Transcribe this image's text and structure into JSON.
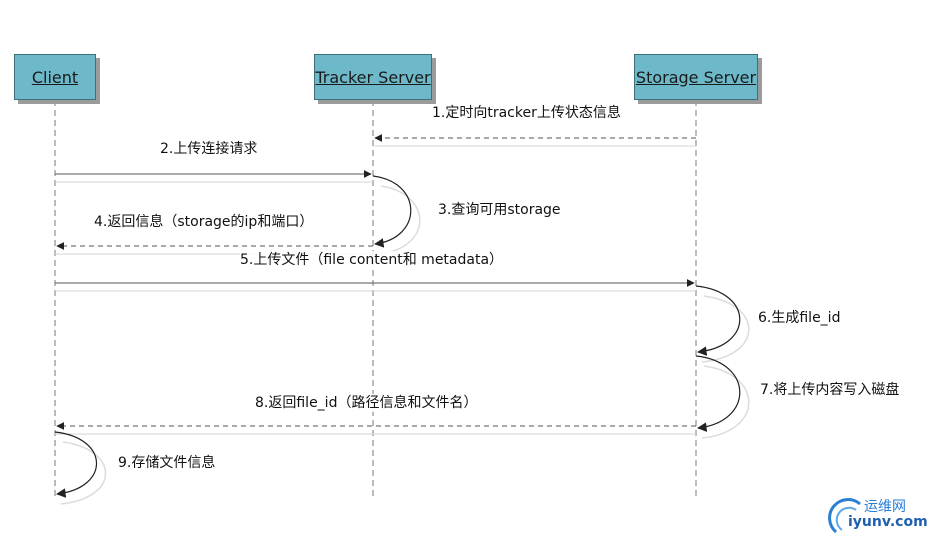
{
  "actors": [
    {
      "id": "client",
      "label": "Client"
    },
    {
      "id": "tracker",
      "label": "Tracker Server"
    },
    {
      "id": "storage",
      "label": "Storage Server"
    }
  ],
  "messages": [
    {
      "label": "1.定时向tracker上传状态信息",
      "from": "storage",
      "to": "tracker",
      "style": "dashed"
    },
    {
      "label": "2.上传连接请求",
      "from": "client",
      "to": "tracker",
      "style": "solid"
    },
    {
      "label": "3.查询可用storage",
      "from": "tracker",
      "to": "tracker",
      "style": "self"
    },
    {
      "label": "4.返回信息（storage的ip和端口）",
      "from": "tracker",
      "to": "client",
      "style": "dashed"
    },
    {
      "label": "5.上传文件（file content和 metadata）",
      "from": "client",
      "to": "storage",
      "style": "solid"
    },
    {
      "label": "6.生成file_id",
      "from": "storage",
      "to": "storage",
      "style": "self"
    },
    {
      "label": "7.将上传内容写入磁盘",
      "from": "storage",
      "to": "storage",
      "style": "self"
    },
    {
      "label": "8.返回file_id（路径信息和文件名）",
      "from": "storage",
      "to": "client",
      "style": "dashed"
    },
    {
      "label": "9.存储文件信息",
      "from": "client",
      "to": "client",
      "style": "self"
    }
  ],
  "watermark": {
    "cn": "运维网",
    "en": "iyunv.com"
  },
  "colors": {
    "actor_fill": "#6db9c9",
    "line": "#555555",
    "watermark": "#2a7fd4"
  }
}
